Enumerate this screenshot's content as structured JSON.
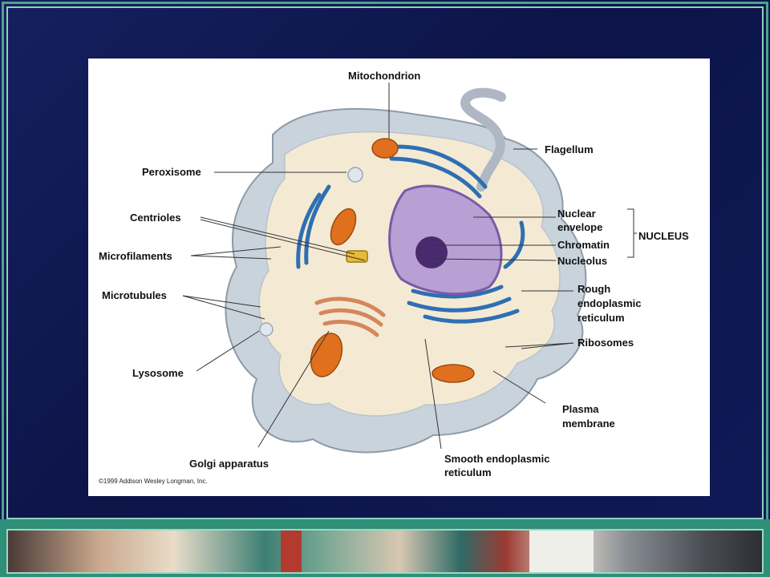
{
  "diagram": {
    "labels": {
      "mitochondrion": "Mitochondrion",
      "flagellum": "Flagellum",
      "peroxisome": "Peroxisome",
      "centrioles": "Centrioles",
      "microfilaments": "Microfilaments",
      "microtubules": "Microtubules",
      "lysosome": "Lysosome",
      "golgi": "Golgi apparatus",
      "smooth_er_line1": "Smooth endoplasmic",
      "smooth_er_line2": "reticulum",
      "nuclear_envelope_line1": "Nuclear",
      "nuclear_envelope_line2": "envelope",
      "chromatin": "Chromatin",
      "nucleolus": "Nucleolus",
      "nucleus_group": "NUCLEUS",
      "rough_er_line1": "Rough",
      "rough_er_line2": "endoplasmic",
      "rough_er_line3": "reticulum",
      "ribosomes": "Ribosomes",
      "plasma_membrane_line1": "Plasma",
      "plasma_membrane_line2": "membrane"
    },
    "copyright": "©1999 Addison Wesley Longman, Inc."
  },
  "colors": {
    "slide_background": "#0d1447",
    "frame_border": "#4fa38e",
    "cell_outer": "#c9d3dc",
    "cytoplasm": "#f4ead4",
    "nucleus": "#b8a0d4",
    "nucleolus": "#4a2a6e",
    "rough_er": "#2e6fb3",
    "mitochondrion": "#e0701e",
    "golgi": "#d4865c"
  }
}
